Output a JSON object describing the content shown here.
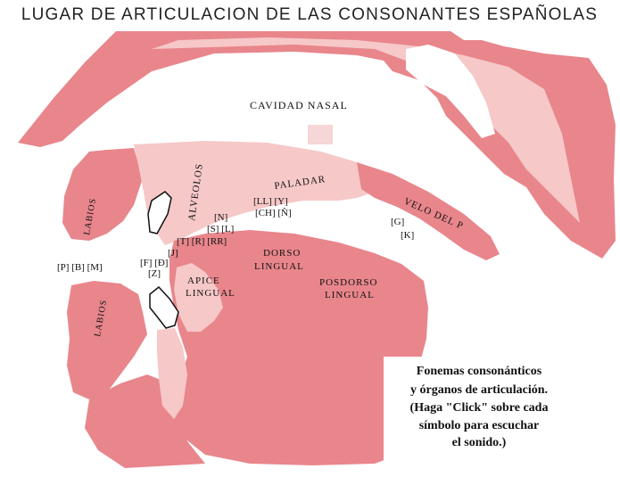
{
  "title": "LUGAR DE ARTICULACION DE LAS CONSONANTES ESPAÑOLAS",
  "labels": {
    "cavidad_nasal": "CAVIDAD NASAL",
    "alveolos": "ALVEOLOS",
    "paladar": "PALADAR",
    "velo": "VELO DEL P",
    "labios_top": "LABIOS",
    "labios_bottom": "LABIOS",
    "dorso_1": "DORSO",
    "dorso_2": "LINGUAL",
    "apice_1": "APICE",
    "apice_2": "LINGUAL",
    "posdorso_1": "POSDORSO",
    "posdorso_2": "LINGUAL"
  },
  "symbols": {
    "ll_y": "[LL] [Y]",
    "ch_nn": "[CH] [Ñ]",
    "n": "[N]",
    "s_l": "[S] [L]",
    "t_r_rr": "[T] [R] [RR]",
    "j": "[J]",
    "f_d": "[F] [Ð]",
    "z": "[Z]",
    "p_b_m": "[P] [B] [M]",
    "g": "[G]",
    "k": "[K]"
  },
  "caption": [
    "Fonemas consonánticos",
    "y órganos de articulación.",
    "(Haga \"Click\" sobre cada",
    "símbolo para escuchar",
    "el sonido.)"
  ],
  "colors": {
    "dark": "#e8868c",
    "light": "#f6c8c8",
    "skin": "#f2b3b5"
  }
}
